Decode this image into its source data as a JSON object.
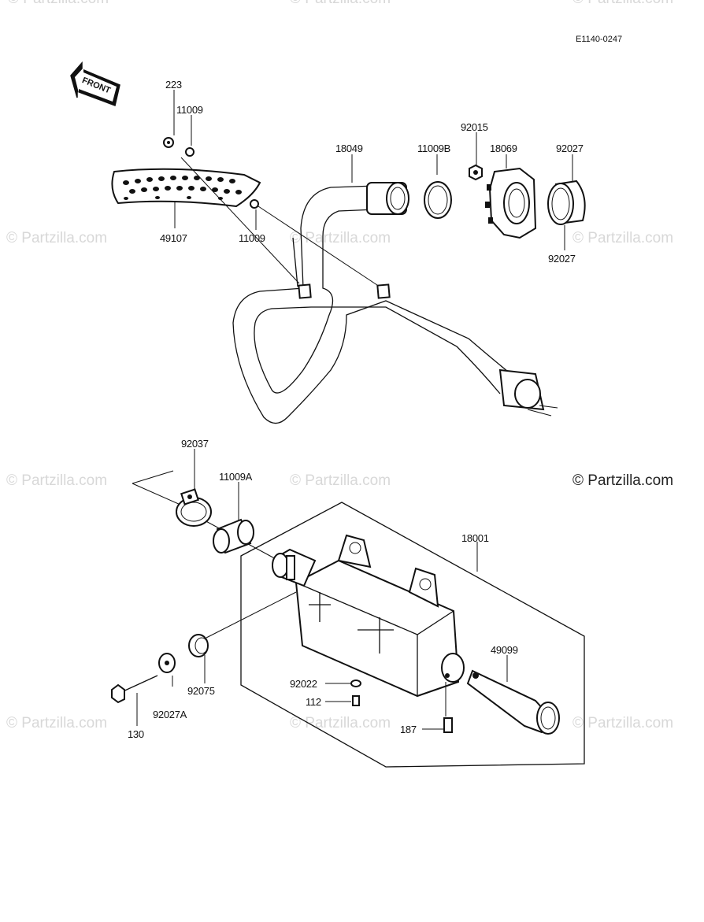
{
  "diagram": {
    "id_code": "E1140-0247",
    "front_label": "FRONT",
    "watermark": "© Partzilla.com",
    "parts": {
      "p223": "223",
      "p11009_top": "11009",
      "p49107": "49107",
      "p11009_bottom": "11009",
      "p18049": "18049",
      "p11009B": "11009B",
      "p92015": "92015",
      "p18069": "18069",
      "p92027_top": "92027",
      "p92027_bottom": "92027",
      "p92037": "92037",
      "p11009A": "11009A",
      "p18001": "18001",
      "p49099": "49099",
      "p92022": "92022",
      "p112": "112",
      "p187": "187",
      "p92075": "92075",
      "p92027A": "92027A",
      "p130": "130"
    }
  }
}
